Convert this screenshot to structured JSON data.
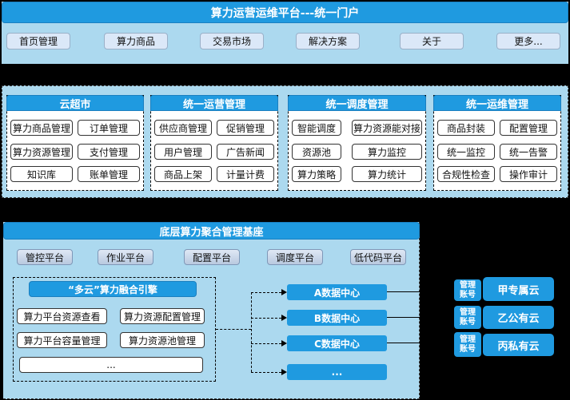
{
  "portal": {
    "title": "算力运营运维平台---统一门户",
    "nav": [
      "首页管理",
      "算力商品",
      "交易市场",
      "解决方案",
      "关于",
      "更多..."
    ]
  },
  "modules": [
    {
      "title": "云超市",
      "items": [
        "算力商品管理",
        "订单管理",
        "算力资源管理",
        "支付管理",
        "知识库",
        "账单管理"
      ]
    },
    {
      "title": "统一运营管理",
      "items": [
        "供应商管理",
        "促销管理",
        "用户管理",
        "广告新闻",
        "商品上架",
        "计量计费"
      ]
    },
    {
      "title": "统一调度管理",
      "items": [
        "智能调度",
        "算力资源能对接",
        "资源池",
        "算力监控",
        "算力策略",
        "算力统计"
      ]
    },
    {
      "title": "统一运维管理",
      "items": [
        "商品封装",
        "配置管理",
        "统一监控",
        "统一告警",
        "合规性检查",
        "操作审计"
      ]
    }
  ],
  "base": {
    "title": "底层算力聚合管理基座",
    "platforms": [
      "管控平台",
      "作业平台",
      "配置平台",
      "调度平台",
      "低代码平台"
    ],
    "engine": {
      "title": "“多云”算力融合引擎",
      "items": [
        "算力平台资源查看",
        "算力资源配置管理",
        "算力平台容量管理",
        "算力资源池管理"
      ],
      "more": "..."
    },
    "datacenters": [
      "A数据中心",
      "B数据中心",
      "C数据中心",
      "..."
    ]
  },
  "clouds": [
    {
      "account": "管理账号",
      "name": "甲专属云"
    },
    {
      "account": "管理账号",
      "name": "乙公有云"
    },
    {
      "account": "管理账号",
      "name": "丙私有云"
    }
  ],
  "colors": {
    "accent": "#1f9ae0",
    "panel": "#acd9ef",
    "background": "#000000"
  }
}
